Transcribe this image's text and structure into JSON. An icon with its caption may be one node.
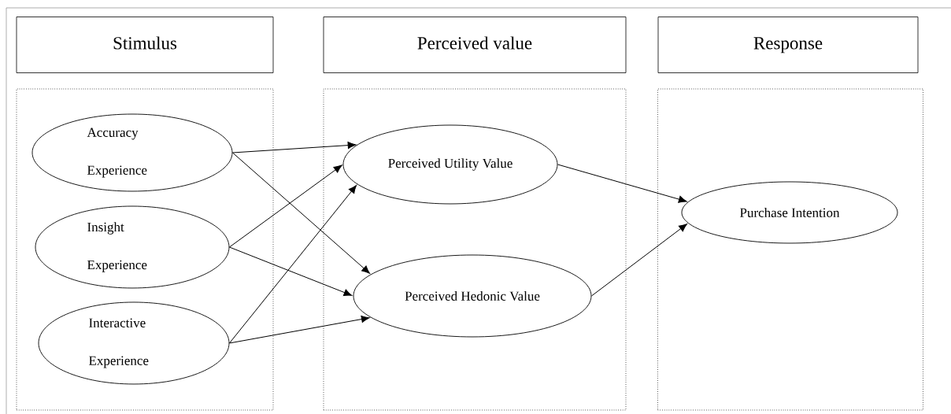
{
  "diagram": {
    "nodes": [
      {
        "text": [
          "Stimulus"
        ]
      },
      {
        "text": [
          "Perceived value"
        ]
      },
      {
        "text": [
          "Response"
        ]
      },
      {
        "text": [],
        "shape": "box"
      },
      {
        "text": [
          "Accuracy Experience"
        ],
        "in": 3
      },
      {
        "text": [
          "Insight Experience"
        ],
        "in": 3
      },
      {
        "text": [
          "Interactive Experience"
        ],
        "in": 3
      },
      {
        "text": [],
        "shape": "box"
      },
      {
        "text": [
          "Perceived Utility Value"
        ],
        "in": 7
      },
      {
        "text": [
          "Perceived Hedonic Value"
        ],
        "in": 7
      },
      {
        "text": [],
        "shape": "box"
      },
      {
        "text": [
          "Purchase Intention"
        ],
        "in": 10
      }
    ],
    "edges": [
      {
        "from": 4,
        "to": 8,
        "arrow": "to"
      },
      {
        "from": 4,
        "to": 9,
        "arrow": "to"
      },
      {
        "from": 5,
        "to": 8,
        "arrow": "to"
      },
      {
        "from": 5,
        "to": 9,
        "arrow": "to"
      },
      {
        "from": 6,
        "to": 8,
        "arrow": "to"
      },
      {
        "from": 6,
        "to": 9,
        "arrow": "to"
      },
      {
        "from": 8,
        "to": 11,
        "arrow": "to"
      },
      {
        "from": 9,
        "to": 11,
        "arrow": "to"
      }
    ]
  }
}
